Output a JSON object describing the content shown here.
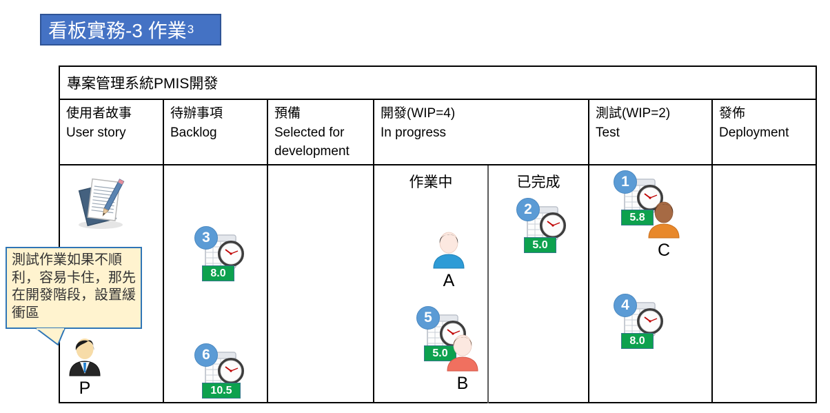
{
  "slide": {
    "title": "看板實務-3 作業",
    "title_subscript": "3"
  },
  "board": {
    "project_title": "專案管理系統PMIS開發",
    "columns": [
      {
        "zh": "使用者故事",
        "en": "User story"
      },
      {
        "zh": "待辦事項",
        "en": "Backlog"
      },
      {
        "zh": "預備",
        "en": "Selected for development"
      },
      {
        "zh": "開發(WIP=4)",
        "en": "In progress"
      },
      {
        "zh": "測試(WIP=2)",
        "en": "Test"
      },
      {
        "zh": "發佈",
        "en": "Deployment"
      }
    ],
    "dev_subcolumns": {
      "working": "作業中",
      "done": "已完成"
    }
  },
  "cards": [
    {
      "number": "1",
      "hours": "5.8",
      "column": "test"
    },
    {
      "number": "2",
      "hours": "5.0",
      "column": "dev-done"
    },
    {
      "number": "3",
      "hours": "8.0",
      "column": "backlog"
    },
    {
      "number": "4",
      "hours": "8.0",
      "column": "test"
    },
    {
      "number": "5",
      "hours": "5.0",
      "column": "dev-working"
    },
    {
      "number": "6",
      "hours": "10.5",
      "column": "backlog"
    }
  ],
  "persons": [
    {
      "label": "A",
      "column": "dev-working"
    },
    {
      "label": "B",
      "column": "dev-working"
    },
    {
      "label": "C",
      "column": "test"
    },
    {
      "label": "P",
      "column": "user-story"
    }
  ],
  "callout": {
    "text": "測試作業如果不順利，容易卡住，那先在開發階段，設置緩衝區"
  },
  "colors": {
    "title_bg": "#4472C4",
    "title_border": "#2F5496",
    "card_number_bg": "#5B9BD5",
    "hours_badge_bg": "#0DA14E",
    "callout_bg": "#FFF3CF",
    "callout_border": "#2E75B6",
    "shirt_a": "#2E9BD6",
    "shirt_b": "#F0705F",
    "shirt_c": "#E8882B",
    "suit_p": "#262626"
  }
}
